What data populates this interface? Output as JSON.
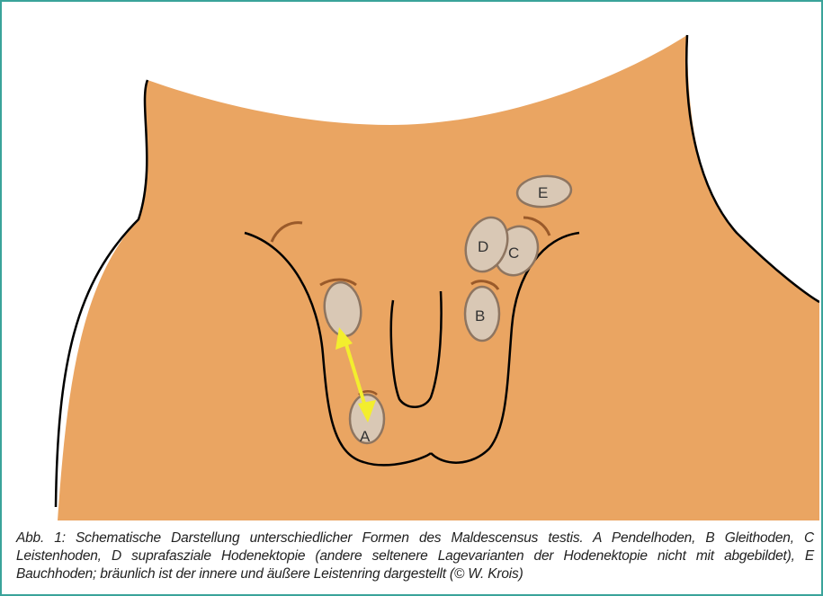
{
  "figure": {
    "labels": {
      "a": "A",
      "b": "B",
      "c": "C",
      "d": "D",
      "e": "E"
    },
    "colors": {
      "skin": "#EAA562",
      "testis_fill": "#D9C8B5",
      "testis_outline": "#8E7560",
      "inguinal_ring": "#9A5A2A",
      "arrow": "#F3EE2E",
      "outline": "#000000",
      "frame": "#3AA39A"
    }
  },
  "caption": {
    "text": "Abb. 1: Schematische Darstellung unterschiedlicher Formen des Maldescensus testis. A Pendelhoden, B Gleithoden, C Leistenhoden, D suprafasziale Hodenektopie (andere seltenere Lagevarianten der Hodenektopie nicht mit abgebildet), E Bauchhoden; bräunlich ist der innere und äußere Leistenring dargestellt (© W. Krois)"
  }
}
